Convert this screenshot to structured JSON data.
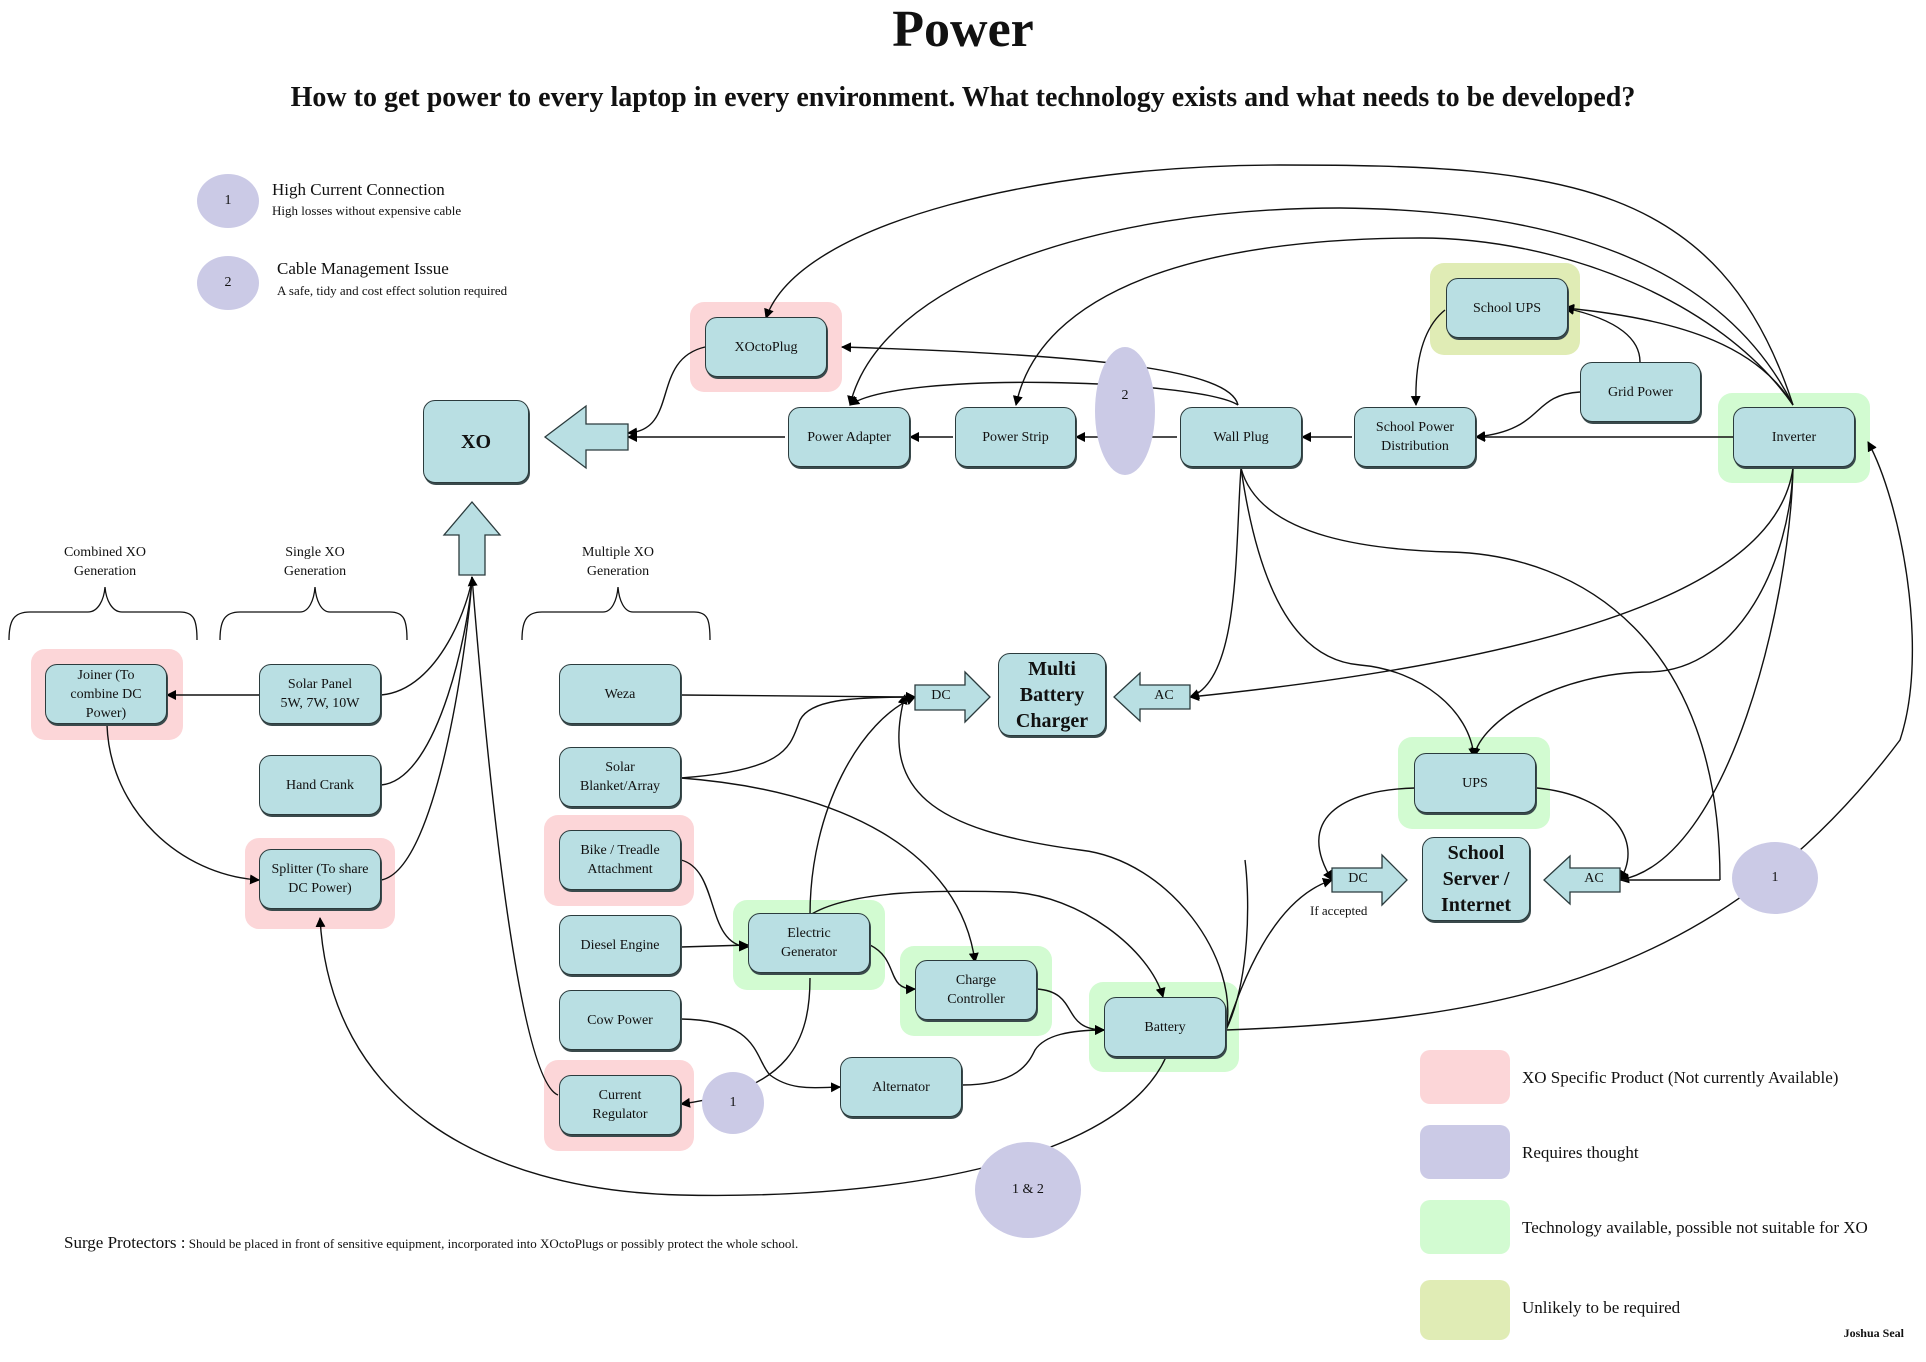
{
  "title": "Power",
  "subtitle": "How to get power to every laptop in every environment. What technology exists and what needs to be developed?",
  "key": [
    {
      "number": "1",
      "title": "High Current Connection",
      "subtitle": "High losses without expensive cable"
    },
    {
      "number": "2",
      "title": "Cable Management Issue",
      "subtitle": "A safe, tidy and cost effect solution required"
    }
  ],
  "groups": {
    "combined": "Combined XO Generation",
    "single": "Single XO Generation",
    "multiple": "Multiple XO Generation"
  },
  "nodes": {
    "xo": "XO",
    "xoctoplug": "XOctoPlug",
    "power_adapter": "Power Adapter",
    "power_strip": "Power Strip",
    "wall_plug": "Wall Plug",
    "school_power_distribution": "School Power Distribution",
    "school_ups": "School UPS",
    "grid_power": "Grid Power",
    "inverter": "Inverter",
    "joiner": "Joiner (To combine DC Power)",
    "solar_panel": "Solar Panel 5W, 7W, 10W",
    "hand_crank": "Hand Crank",
    "splitter": "Splitter (To share DC Power)",
    "weza": "Weza",
    "solar_blanket": "Solar Blanket/Array",
    "bike_treadle": "Bike / Treadle Attachment",
    "diesel_engine": "Diesel Engine",
    "cow_power": "Cow Power",
    "current_regulator": "Current Regulator",
    "electric_generator": "Electric Generator",
    "charge_controller": "Charge Controller",
    "alternator": "Alternator",
    "battery": "Battery",
    "multi_battery_charger": "Multi Battery Charger",
    "ups": "UPS",
    "school_server": "School Server / Internet"
  },
  "arrows": {
    "dc": "DC",
    "ac": "AC",
    "dc2": "DC",
    "ac2": "AC",
    "if_accepted": "If accepted"
  },
  "markers": {
    "m2_top": "2",
    "m1_regulator": "1",
    "m12": "1 & 2",
    "m1_right": "1"
  },
  "legend": [
    {
      "label": "XO Specific Product (Not currently Available)",
      "color": "#fcd6d8"
    },
    {
      "label": "Requires thought",
      "color": "#cbcae6"
    },
    {
      "label": "Technology available, possible not suitable for XO",
      "color": "#d2fbd1"
    },
    {
      "label": "Unlikely to be required",
      "color": "#e0ecb5"
    }
  ],
  "note": {
    "lead": "Surge Protectors :",
    "text": "Should be placed in front of sensitive equipment, incorporated into XOctoPlugs or possibly protect the whole school."
  },
  "author": "Joshua Seal",
  "colors": {
    "node_fill": "#b9dfe3",
    "pink": "#fcd6d8",
    "green": "#d2fbd1",
    "olive": "#e0ecb5",
    "lavender": "#cbcae6"
  }
}
